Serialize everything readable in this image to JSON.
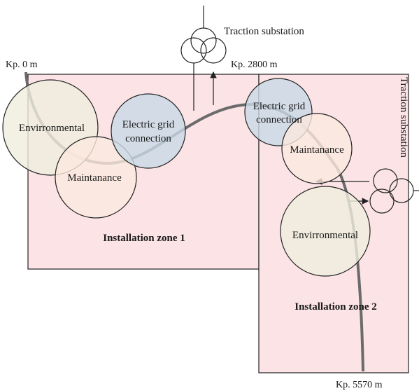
{
  "colors": {
    "zone_fill": "#fbe3e6",
    "environmental": "#efeedd",
    "maintenance": "#fbe9de",
    "grid_connection": "#c9d9e6",
    "track": "#6b6b6b",
    "outline": "#222222"
  },
  "track_labels": {
    "start": "Kp. 0 m",
    "middle": "Kp. 2800 m",
    "end": "Kp. 5570 m"
  },
  "substations": {
    "top": "Traction substation",
    "right": "Traction substation"
  },
  "zones": [
    {
      "title": "Installation zone 1",
      "circles": {
        "environmental": "Envirronmental",
        "maintenance": "Maintanance",
        "grid_line1": "Electric grid",
        "grid_line2": "connection"
      }
    },
    {
      "title": "Installation zone 2",
      "circles": {
        "environmental": "Envirronmental",
        "maintenance": "Maintanance",
        "grid_line1": "Electric grid",
        "grid_line2": "connection"
      }
    }
  ]
}
